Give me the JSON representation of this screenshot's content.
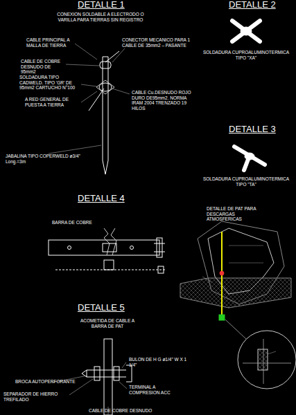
{
  "diagram": {
    "labels": [
      "DETALLE 1",
      "CONEXION SOLDABLE A ELECTRODO O VARILLA PARA TIERRAS SIN REGISTRO",
      "CABLE PRINCIPAL A MALLA DE TIERRA",
      "CONECTOR MECANICO PARA 1 CABLE DE 35mm2 – PASANTE",
      "CABLE DE COBRE DESNUDO DE 95mm2",
      "SOLDADURA TIPO CADWELD. TIPO 'GR' DE 95mm2 CARTUCHO N°100",
      "A RED GENERAL DE PUESTA A TIERRA",
      "CABLE Cu.DESNUDO ROJO DURO DE95mm2. NORMA IRAM 2004 TRENZADO 19 HILOS",
      "JABALINA TIPO COPERWELD ø3/4\" Long.=3m",
      "DETALLE 2",
      "SOLDADURA CUPROALUMINOTERMICA TIPO \"XA\"",
      "DETALLE 3",
      "SOLDADURA CUPROALUMINOTERMICA TIPO \"TA\"",
      "DETALLE 4",
      "BARRA DE COBRE",
      "DETALLE DE PAT PARA DESCARGAS ATMOSFERICAS",
      "DETALLE 5",
      "ACOMETIDA DE CABLE A BARRA DE PAT",
      "BULON DE H G ø1/4\" W X 1 1/4\"",
      "BROCA AUTOPERFORANTE",
      "SEPARADOR DE HIERRO TREFILADO",
      "TERMINAL A COMPRESION ACC",
      "CABLE DE COBRE DESNUDO"
    ]
  }
}
